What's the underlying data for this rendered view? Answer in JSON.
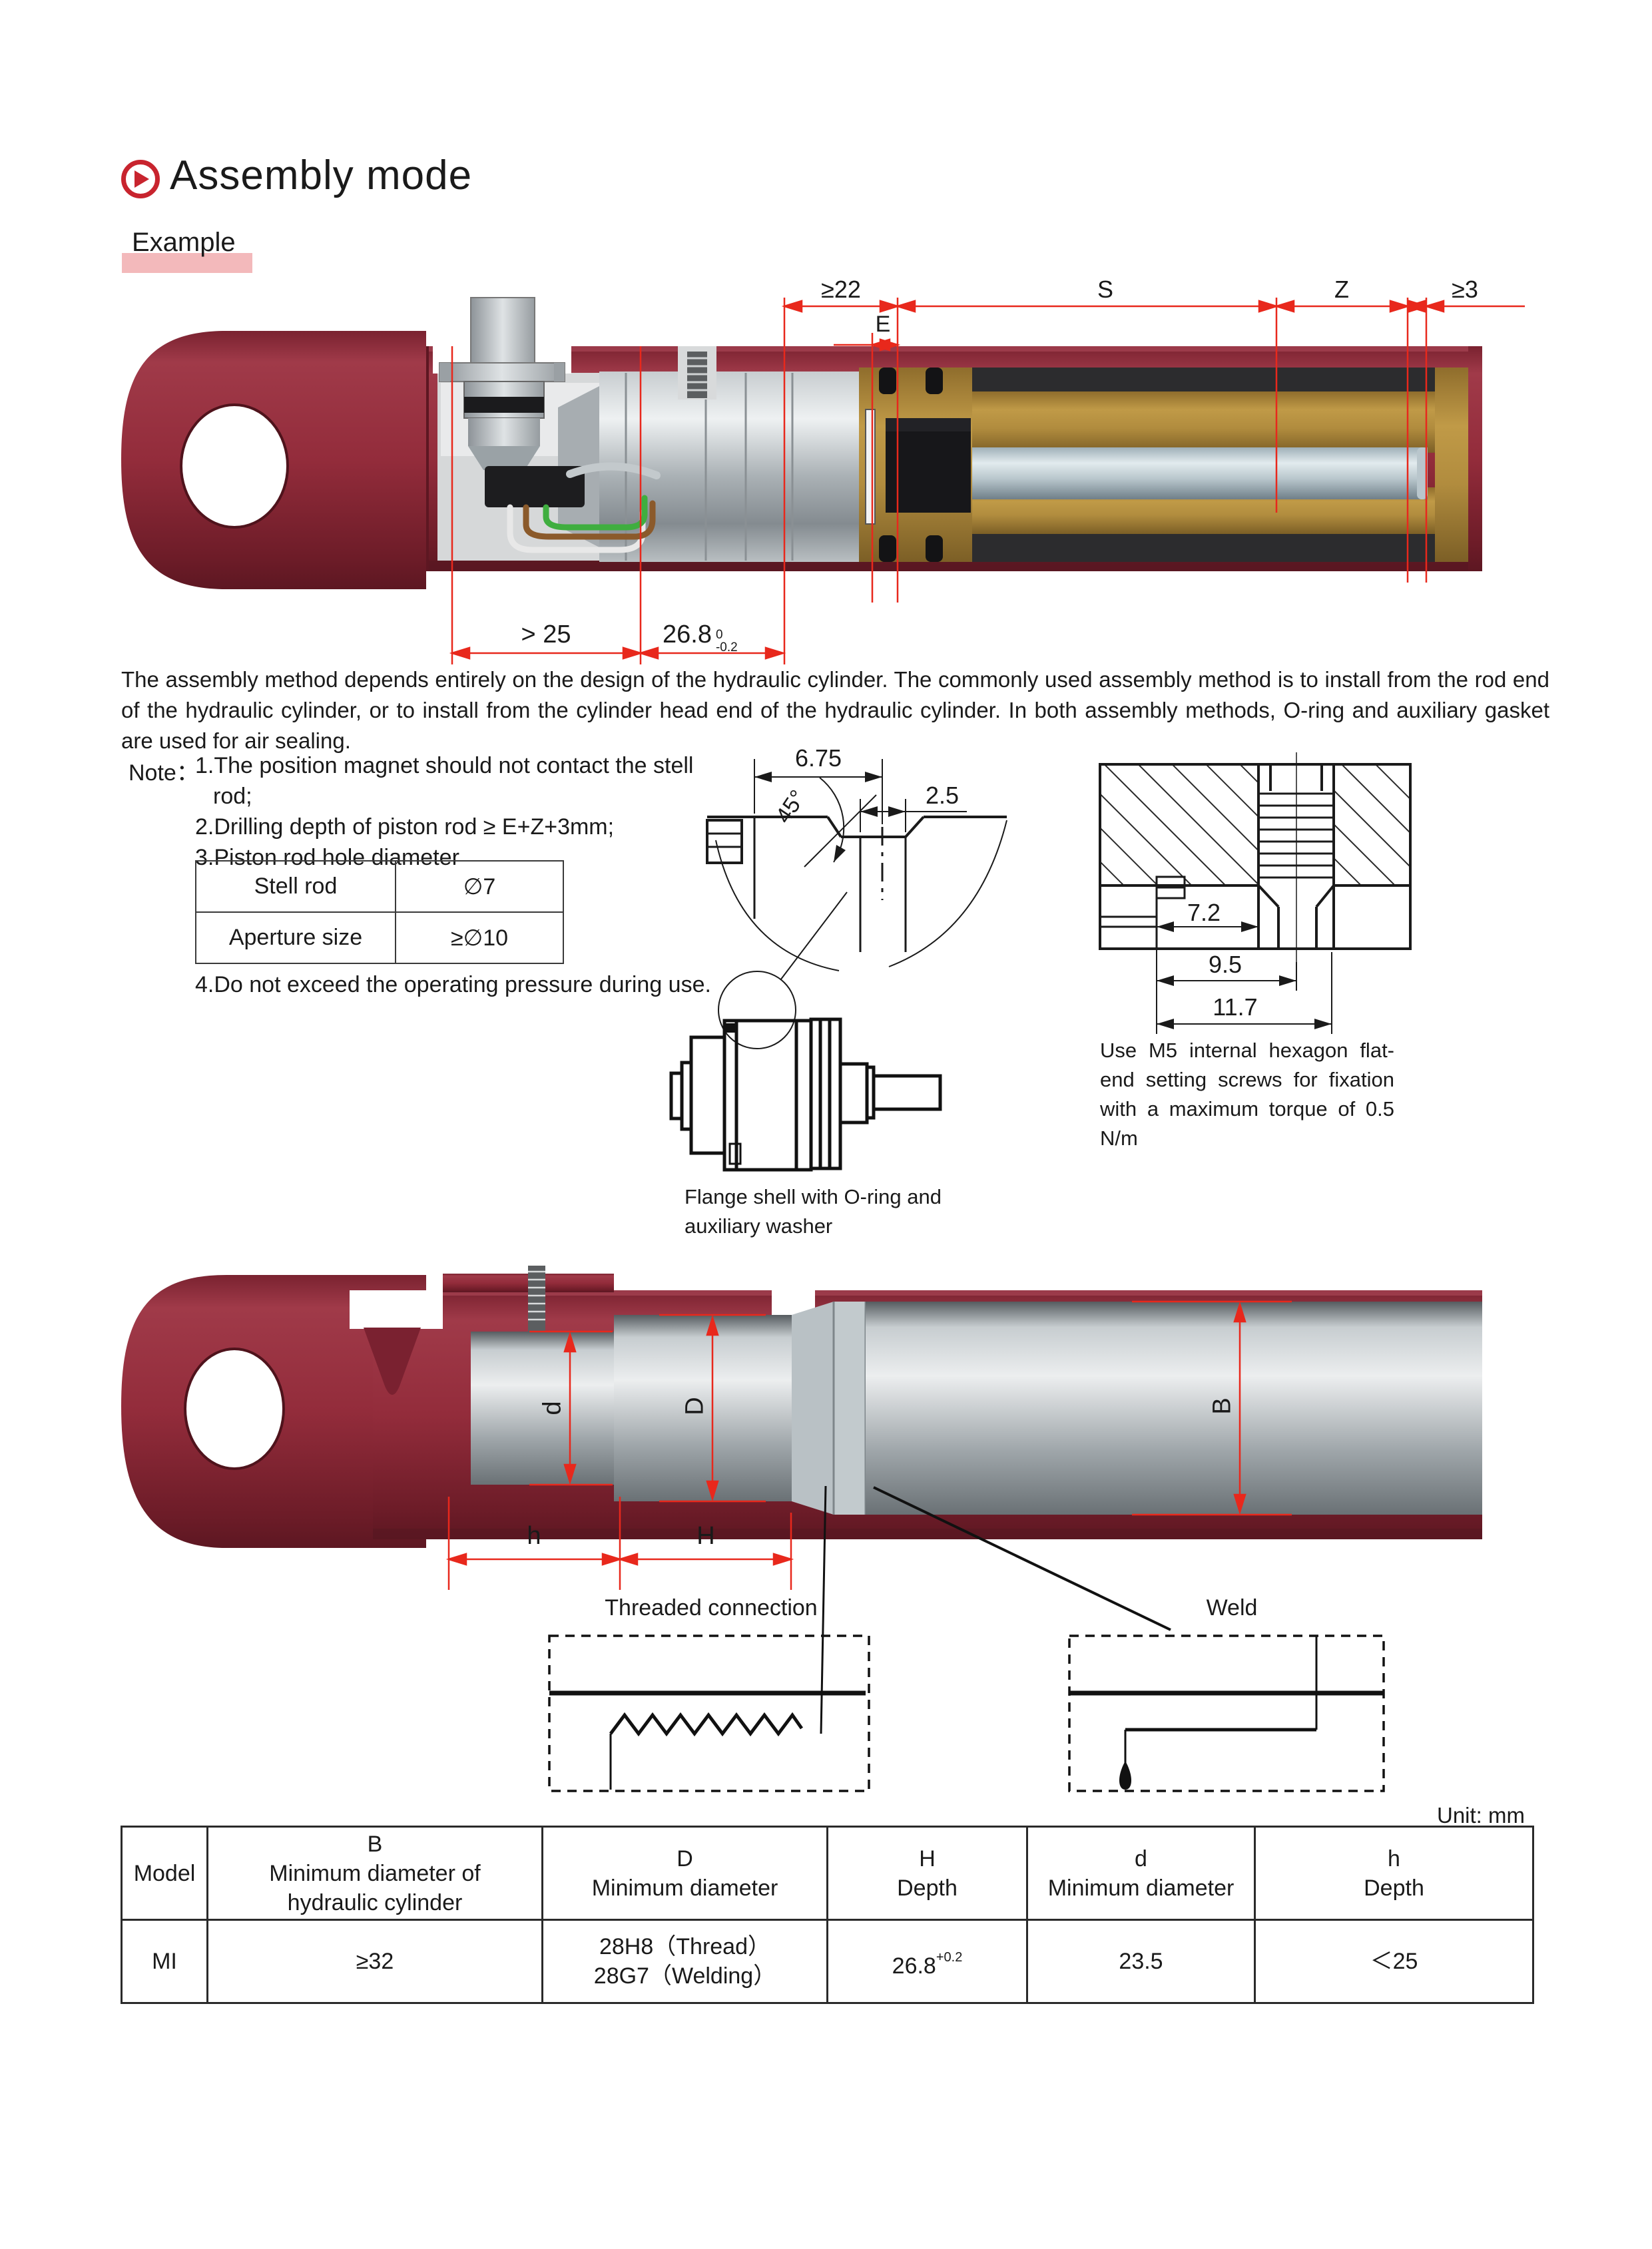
{
  "colors": {
    "accent_red": "#c8242e",
    "dim_red": "#e8281c",
    "maroon": "#8d2836",
    "gold": "#b08c3e",
    "pink_highlight": "#f3b9bb",
    "ink": "#1a1a1a"
  },
  "header": {
    "title": "Assembly mode",
    "example": "Example"
  },
  "intro": "The assembly method depends entirely on the design of the hydraulic cylinder. The commonly used assembly method is to install from the rod end of the hydraulic cylinder, or to install from the cylinder head end of the hydraulic cylinder. In both assembly methods, O-ring and auxiliary gasket are used for air sealing.",
  "note": {
    "label": "Note：",
    "line1": "1.The position magnet should not contact the stell",
    "line1b": "rod;",
    "line2": "2.Drilling depth of piston rod ≥ E+Z+3mm;",
    "line3": "3.Piston rod hole diameter",
    "line4": "4.Do not exceed the operating pressure during use.",
    "hole_table": {
      "row1": {
        "label": "Stell rod",
        "value": "∅7"
      },
      "row2": {
        "label": "Aperture size",
        "value": "≥∅10"
      }
    }
  },
  "dims_top": {
    "ge22": "≥22",
    "s": "S",
    "z": "Z",
    "ge3": "≥3",
    "e": "E",
    "gt25": "> 25",
    "main": "26.8",
    "tol_sup": "0",
    "tol_sub": "-0.2"
  },
  "groove": {
    "width": "6.75",
    "chamfer": "45°",
    "inner_width": "2.5"
  },
  "set_screw": {
    "dim1": "7.2",
    "dim2": "9.5",
    "dim3": "11.7",
    "caption": "Use M5 internal hexagon flat-end setting screws for fixation with a maximum torque of 0.5 N/m"
  },
  "flange_caption": "Flange shell with O-ring and auxiliary washer",
  "dims_bottom": {
    "d": "d",
    "D": "D",
    "B": "B",
    "h": "h",
    "H": "H"
  },
  "connection_labels": {
    "threaded": "Threaded connection",
    "weld": "Weld"
  },
  "unit_label": "Unit: mm",
  "spec_table": {
    "col_model": "Model",
    "col_b_main": "B",
    "col_b_sub": "Minimum diameter of hydraulic cylinder",
    "col_d_main": "D",
    "col_d_sub": "Minimum diameter",
    "col_h_main": "H",
    "col_h_sub": "Depth",
    "col_d2_main": "d",
    "col_d2_sub": "Minimum diameter",
    "col_h2_main": "h",
    "col_h2_sub": "Depth",
    "row": {
      "model": "MI",
      "b": "≥32",
      "d1": "28H8（Thread）",
      "d2": "28G7（Welding）",
      "h_main": "26.8",
      "h_tol": "+0.2",
      "d_min": "23.5",
      "h2": "＜25"
    }
  }
}
